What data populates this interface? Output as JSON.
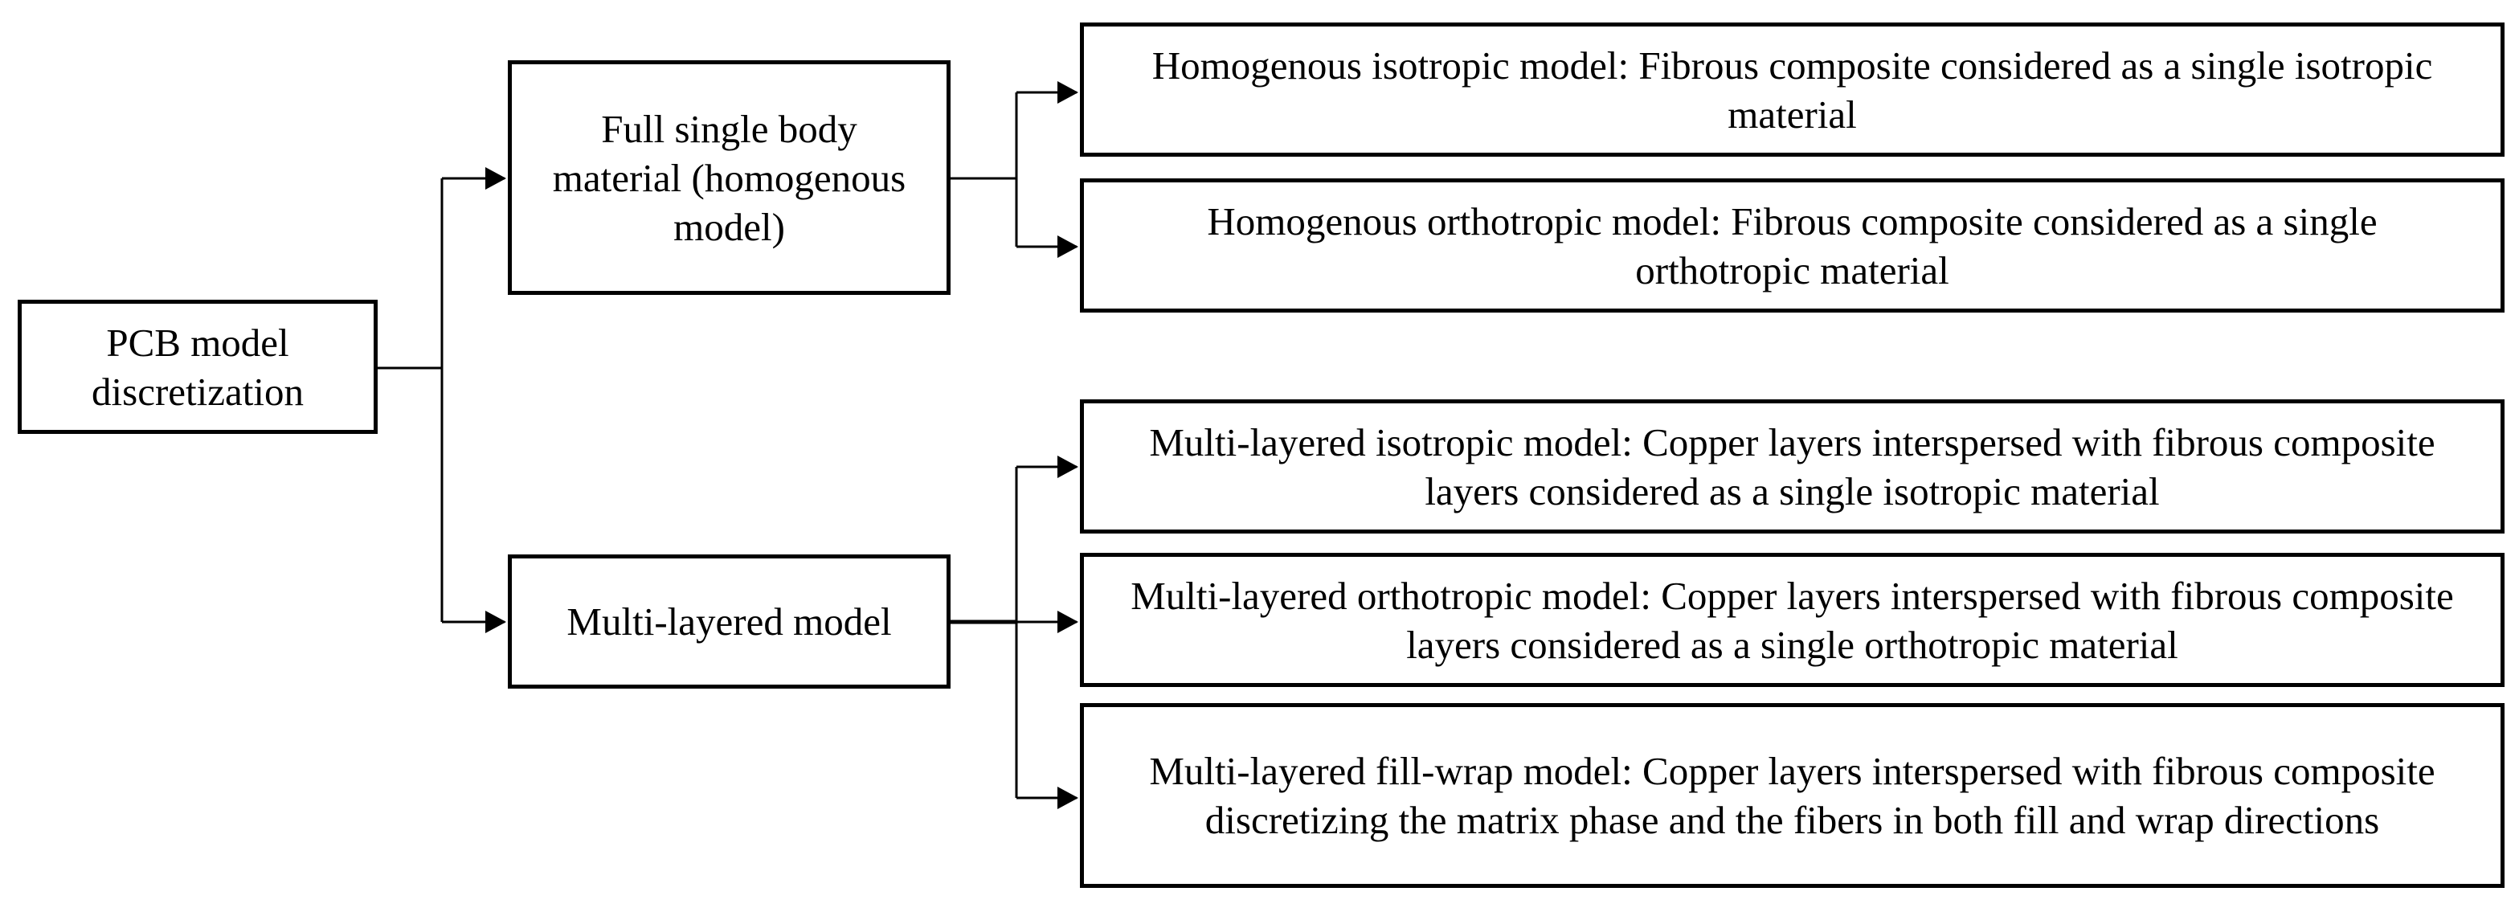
{
  "diagram": {
    "root": {
      "label": "PCB model discretization"
    },
    "branches": [
      {
        "label": "Full single body material (homogenous model)",
        "leaves": [
          {
            "label": "Homogenous isotropic model: Fibrous composite considered as a single isotropic material"
          },
          {
            "label": "Homogenous orthotropic model: Fibrous composite considered as a single orthotropic material"
          }
        ]
      },
      {
        "label": "Multi-layered model",
        "leaves": [
          {
            "label": "Multi-layered isotropic model: Copper layers interspersed with fibrous composite layers considered as a single isotropic material"
          },
          {
            "label": "Multi-layered orthotropic model: Copper layers interspersed with fibrous composite layers considered as a single orthotropic material"
          },
          {
            "label": "Multi-layered fill-wrap model: Copper layers interspersed with fibrous composite discretizing the matrix phase and the fibers in both fill and wrap directions"
          }
        ]
      }
    ]
  },
  "colors": {
    "line": "#000000",
    "box_border": "#000000",
    "background": "#ffffff"
  }
}
